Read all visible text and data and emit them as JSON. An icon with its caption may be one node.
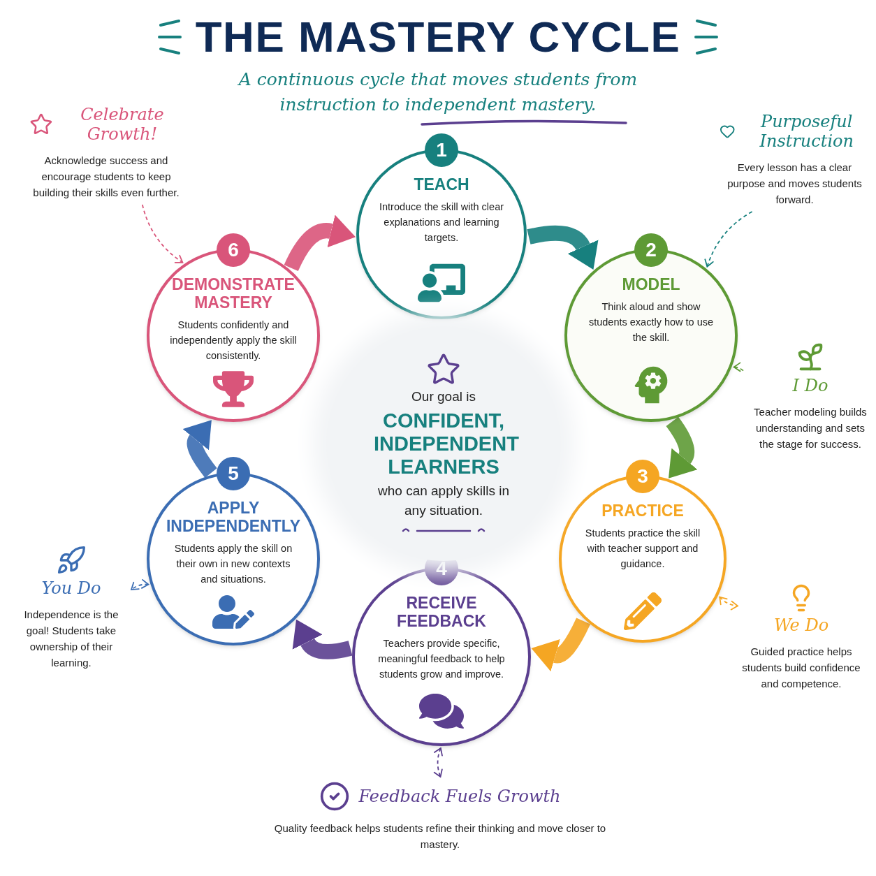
{
  "diagram": {
    "title": "THE MASTERY CYCLE",
    "nodes": [
      {
        "text": [
          "1",
          "TEACH",
          "Introduce the skill with clear explanations and learning targets."
        ]
      },
      {
        "text": [
          "2",
          "MODEL",
          "Think aloud and show students exactly how to use the skill."
        ]
      },
      {
        "text": [
          "3",
          "PRACTICE",
          "Students practice the skill with teacher support and guidance."
        ]
      },
      {
        "text": [
          "4",
          "RECEIVE FEEDBACK",
          "Teachers provide specific, meaningful feedback to help students grow and improve."
        ]
      },
      {
        "text": [
          "5",
          "APPLY INDEPENDENTLY",
          "Students apply the skill on their own in new contexts and situations."
        ]
      },
      {
        "text": [
          "6",
          "DEMONSTRATE MASTERY",
          "Students confidently and independently apply the skill consistently."
        ]
      },
      {
        "text": [
          "Our goal is",
          "CONFIDENT, INDEPENDENT LEARNERS",
          "who can apply skills in any situation."
        ]
      },
      {
        "text": [
          "Purposeful Instruction",
          "Every lesson has a clear purpose and moves students forward."
        ]
      },
      {
        "text": [
          "I Do",
          "Teacher modeling builds understanding and sets the stage for success."
        ]
      },
      {
        "text": [
          "We Do",
          "Guided practice helps students build confidence and competence."
        ]
      },
      {
        "text": [
          "Feedback Fuels Growth",
          "Quality feedback helps students refine their thinking and move closer to mastery."
        ]
      },
      {
        "text": [
          "You Do",
          "Independence is the goal! Students take ownership of their learning."
        ]
      },
      {
        "text": [
          "Celebrate Growth!",
          "Acknowledge success and encourage students to keep building their skills even further."
        ]
      }
    ],
    "edges": [
      {
        "from": 0,
        "to": 1,
        "arrow": "to",
        "style": "thick",
        "color": "#17807e"
      },
      {
        "from": 1,
        "to": 2,
        "arrow": "to",
        "style": "thick",
        "color": "#5e9a35"
      },
      {
        "from": 2,
        "to": 3,
        "arrow": "to",
        "style": "thick",
        "color": "#f5a623"
      },
      {
        "from": 3,
        "to": 4,
        "arrow": "to",
        "style": "thick",
        "color": "#5b3f8f"
      },
      {
        "from": 4,
        "to": 5,
        "arrow": "to",
        "style": "thick",
        "color": "#3b6db3"
      },
      {
        "from": 5,
        "to": 0,
        "arrow": "to",
        "style": "thick",
        "color": "#d9557a"
      },
      {
        "from": 7,
        "to": 1,
        "arrow": "to",
        "style": "dashed",
        "color": "#17807e"
      },
      {
        "from": 8,
        "to": 1,
        "arrow": "to",
        "style": "dashed",
        "color": "#5e9a35"
      },
      {
        "from": 2,
        "to": 9,
        "arrow": "both",
        "style": "dashed",
        "color": "#f5a623"
      },
      {
        "from": 3,
        "to": 10,
        "arrow": "both",
        "style": "dashed",
        "color": "#5b3f8f"
      },
      {
        "from": 4,
        "to": 11,
        "arrow": "both",
        "style": "dashed",
        "color": "#3b6db3"
      },
      {
        "from": 12,
        "to": 5,
        "arrow": "to",
        "style": "dashed",
        "color": "#d9557a"
      }
    ],
    "labels": [
      "A continuous cycle that moves students from instruction to independent mastery."
    ]
  }
}
